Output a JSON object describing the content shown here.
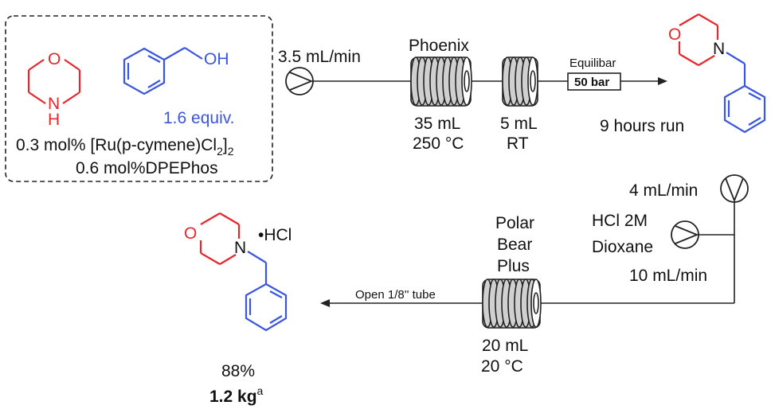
{
  "reagents": {
    "amine_atom_O": "O",
    "amine_atom_N": "N",
    "amine_atom_H": "H",
    "alcohol_atom": "OH",
    "alcohol_equiv": "1.6 equiv.",
    "catalyst_prefix": "0.3 mol% [Ru(p-cymene)Cl",
    "catalyst_sub_1": "2",
    "catalyst_mid": "]",
    "catalyst_sub_2": "2",
    "ligand": "0.6 mol%DPEPhos"
  },
  "flow_step1": {
    "pump_rate": "3.5 mL/min",
    "reactor1_name": "Phoenix",
    "reactor1_volume": "35 mL",
    "reactor1_temp": "250 °C",
    "reactor2_volume": "5 mL",
    "reactor2_temp": "RT",
    "bpr_label": "Equilibar",
    "bpr_value": "50 bar",
    "run_time": "9 hours run",
    "product_atom_O": "O",
    "product_atom_N": "N"
  },
  "flow_step2": {
    "pump1_rate": "4 mL/min",
    "reagent_line1": "HCl 2M",
    "reagent_line2": "Dioxane",
    "pump2_rate": "10 mL/min",
    "reactor_line1": "Polar",
    "reactor_line2": "Bear",
    "reactor_line3": "Plus",
    "reactor_volume": "20 mL",
    "reactor_temp": "20 °C",
    "tube_label": "Open 1/8'' tube",
    "salt_label": "•HCl",
    "product_atom_O": "O",
    "product_atom_N": "N",
    "yield": "88%",
    "scale": "1.2 kg",
    "scale_note": "a"
  },
  "colors": {
    "amine": "#e8262b",
    "aromatic": "#3a56e0",
    "ink": "#111111"
  }
}
